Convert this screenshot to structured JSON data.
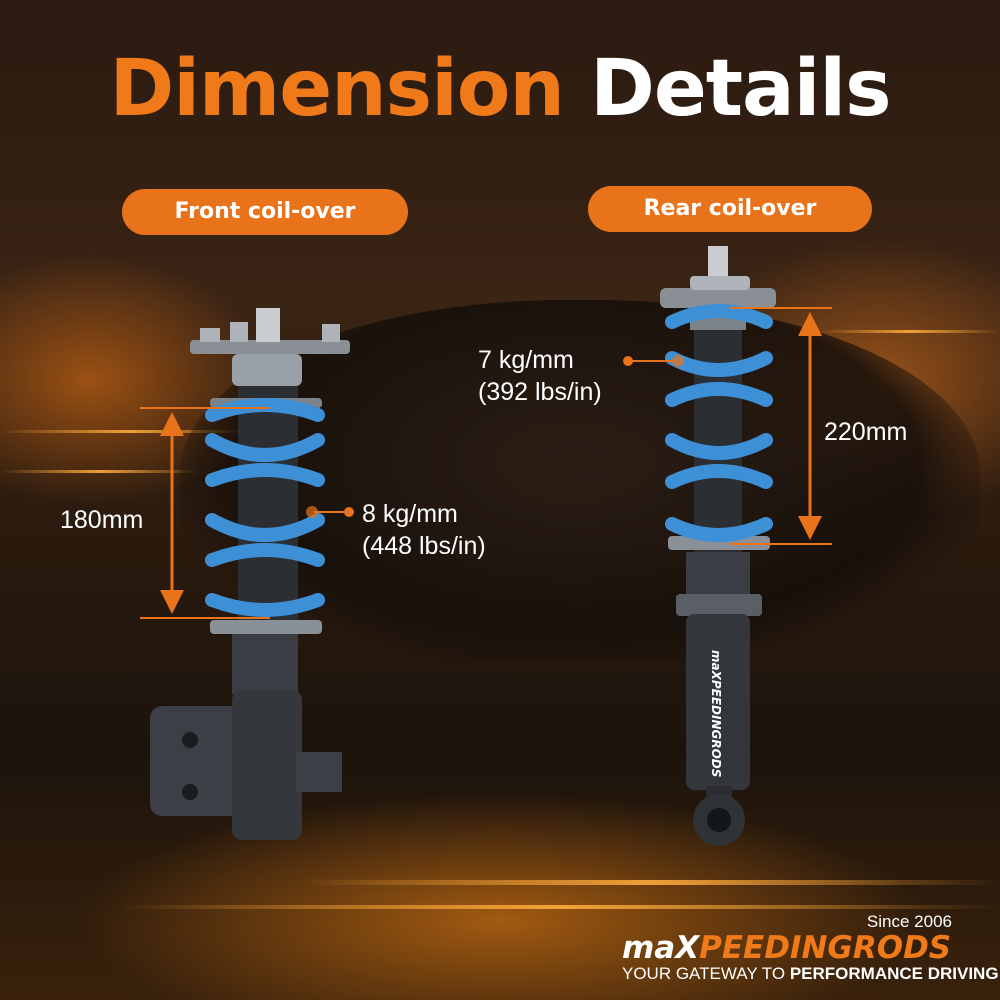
{
  "header": {
    "title_part1": "Dimension",
    "title_part2": "Details"
  },
  "front": {
    "label": "Front coil-over",
    "height": "180mm",
    "spring_rate": "8 kg/mm",
    "spring_rate_imperial": "(448 lbs/in)"
  },
  "rear": {
    "label": "Rear coil-over",
    "height": "220mm",
    "spring_rate": "7 kg/mm",
    "spring_rate_imperial": "(392 lbs/in)"
  },
  "logo": {
    "since": "Since 2006",
    "brand_part1": "maX",
    "brand_part2": "PEEDINGRODS",
    "tagline_part1": "YOUR GATEWAY TO ",
    "tagline_part2": "PERFORMANCE DRIVING",
    "strut_text": "maXPEEDINGRODS"
  },
  "colors": {
    "accent": "#e8731a",
    "spring": "#3d8fd6",
    "text": "#ffffff"
  }
}
